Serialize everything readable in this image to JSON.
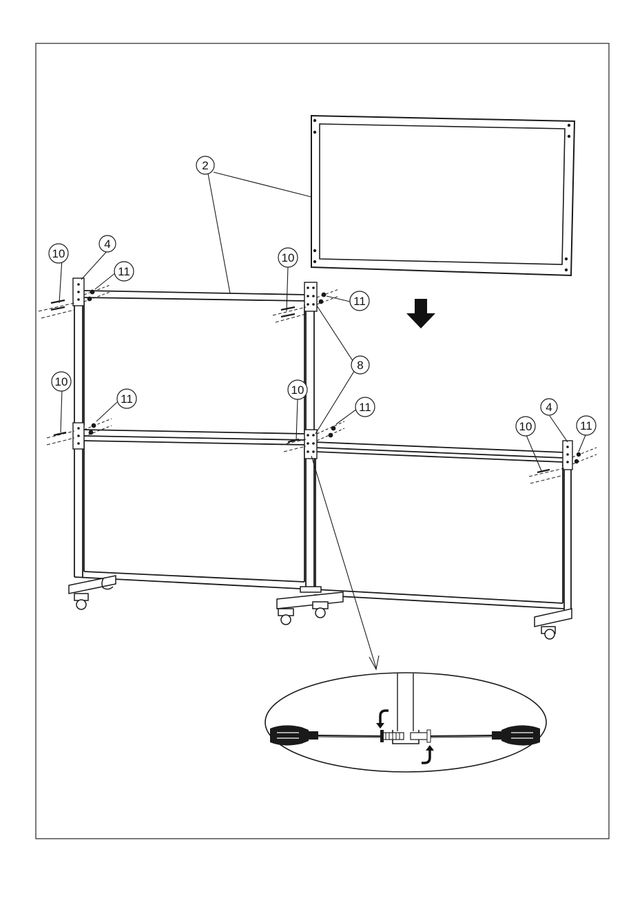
{
  "callouts": {
    "c2": "2",
    "c4a": "4",
    "c4b": "4",
    "c8": "8",
    "c10a": "10",
    "c10b": "10",
    "c10c": "10",
    "c10d": "10",
    "c10e": "10",
    "c11a": "11",
    "c11b": "11",
    "c11c": "11",
    "c11d": "11",
    "c11e": "11"
  },
  "colors": {
    "ink": "#1a1a1a",
    "paper": "#ffffff"
  },
  "icons": {
    "direction": "arrow-down-icon",
    "rotate_top": "rotate-arrow-icon",
    "rotate_bottom": "rotate-arrow-icon"
  }
}
